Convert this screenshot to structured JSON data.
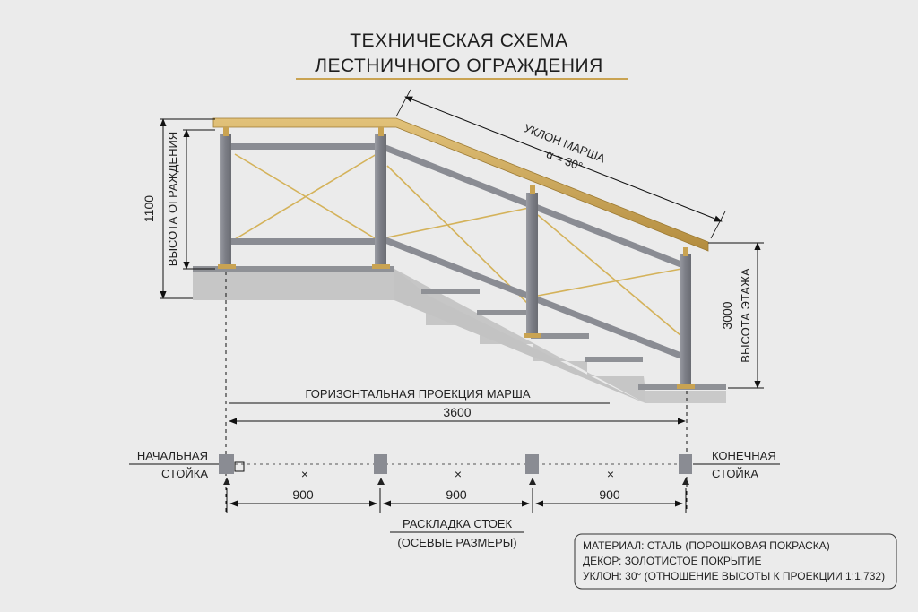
{
  "title": {
    "line1": "ТЕХНИЧЕСКАЯ СХЕМА",
    "line2": "ЛЕСТНИЧНОГО ОГРАЖДЕНИЯ"
  },
  "slope": {
    "label": "УКЛОН МАРША",
    "angle": "α = 30°"
  },
  "railing_height": {
    "value": "1100",
    "label": "ВЫСОТА ОГРАЖДЕНИЯ"
  },
  "floor_height": {
    "value": "3000",
    "label": "ВЫСОТА ЭТАЖА"
  },
  "horizontal_projection": {
    "label": "ГОРИЗОНТАЛЬНАЯ ПРОЕКЦИЯ МАРША",
    "value": "3600"
  },
  "post_layout": {
    "start_label_1": "НАЧАЛЬНАЯ",
    "start_label_2": "СТОЙКА",
    "end_label_1": "КОНЕЧНАЯ",
    "end_label_2": "СТОЙКА",
    "spacing_marker": "×",
    "spacings": [
      "900",
      "900",
      "900"
    ],
    "caption_1": "РАСКЛАДКА СТОЕК",
    "caption_2": "(ОСЕВЫЕ РАЗМЕРЫ)"
  },
  "notes": {
    "material": "МАТЕРИАЛ: СТАЛЬ (ПОРОШКОВАЯ ПОКРАСКА)",
    "decor": "ДЕКОР: ЗОЛОТИСТОЕ ПОКРЫТИЕ",
    "slope": "УКЛОН: 30° (ОТНОШЕНИЕ ВЫСОТЫ К ПРОЕКЦИИ 1:1,732)"
  },
  "colors": {
    "background": "#ebebeb",
    "steel": "#8a8c93",
    "gold": "#d4b25a",
    "handrail": "#c9a352",
    "concrete": "#c6c6c6",
    "ink": "#1e1e1e"
  }
}
